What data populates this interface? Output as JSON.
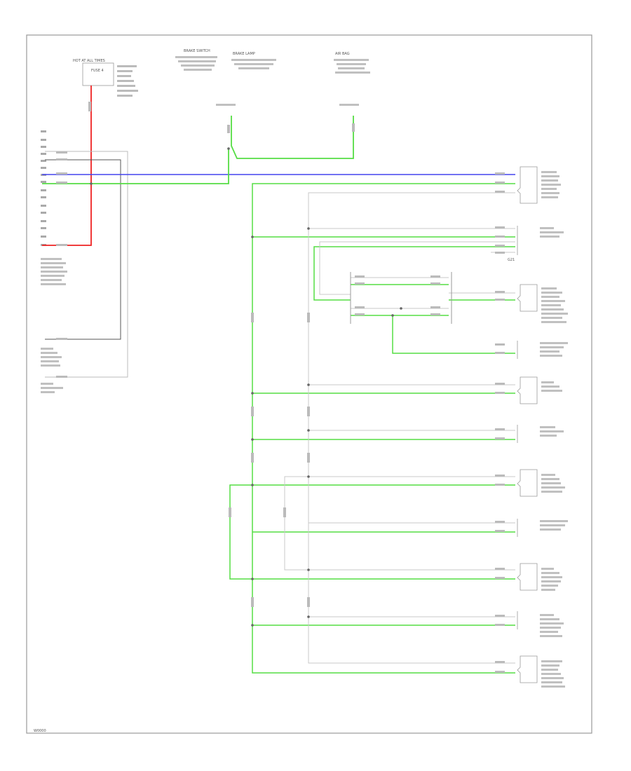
{
  "colors": {
    "frame": "#888888",
    "wire_red": "#ee2222",
    "wire_blue": "#4444ee",
    "wire_green": "#55dd44",
    "wire_gray": "#bbbbbb",
    "wire_black": "#555555",
    "connector": "#999999",
    "splice": "#666666"
  },
  "footer": {
    "code": "W0000"
  },
  "note": {
    "label": "G21"
  },
  "labels": {
    "fuse_box": "HOT AT ALL TIMES",
    "fuse": "FUSE 4",
    "top_center_left": "BRAKE SWITCH",
    "top_center_right": "BRAKE LAMP",
    "top_right": "AIR BAG"
  }
}
